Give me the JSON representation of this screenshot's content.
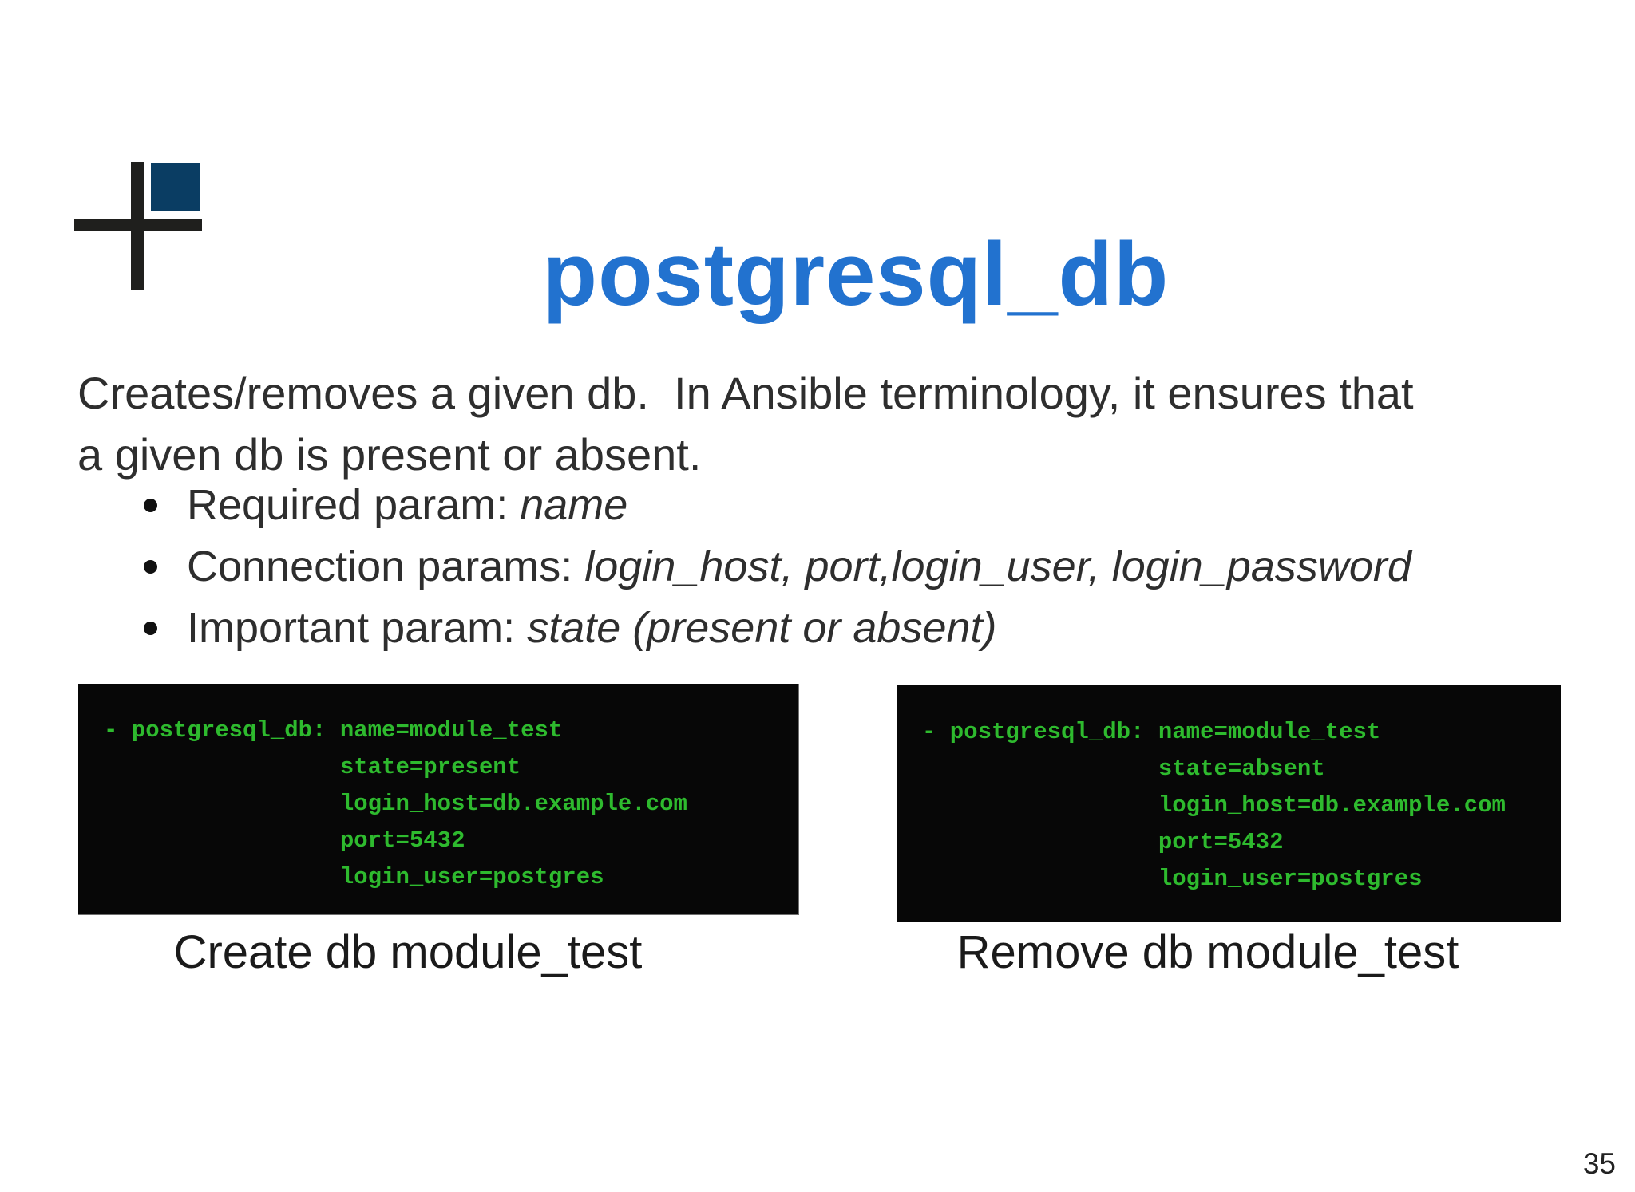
{
  "colors": {
    "title_blue": "#2272cf",
    "logo_navy_square": "#0a3d63",
    "logo_cross_black": "#1f1f1d",
    "body_text": "#2e2e2e",
    "terminal_background": "#070707",
    "terminal_green": "#2eba2e"
  },
  "title": "postgresql_db",
  "description": {
    "lines": [
      "Creates/removes a given db.  In Ansible terminology, it ensures that",
      "a given db is present or absent."
    ]
  },
  "bullets": [
    {
      "prefix": "Required param: ",
      "emphasis": "name"
    },
    {
      "prefix": "Connection params: ",
      "emphasis": "login_host, port,login_user, login_password"
    },
    {
      "prefix": "Important param: ",
      "emphasis": "state (present or absent)"
    }
  ],
  "terminals": [
    {
      "caption": "Create db module_test",
      "lines": [
        "- postgresql_db: name=module_test",
        "                 state=present",
        "                 login_host=db.example.com",
        "                 port=5432",
        "                 login_user=postgres"
      ]
    },
    {
      "caption": "Remove db module_test",
      "lines": [
        "- postgresql_db: name=module_test",
        "                 state=absent",
        "                 login_host=db.example.com",
        "                 port=5432",
        "                 login_user=postgres"
      ]
    }
  ],
  "page_number": "35"
}
